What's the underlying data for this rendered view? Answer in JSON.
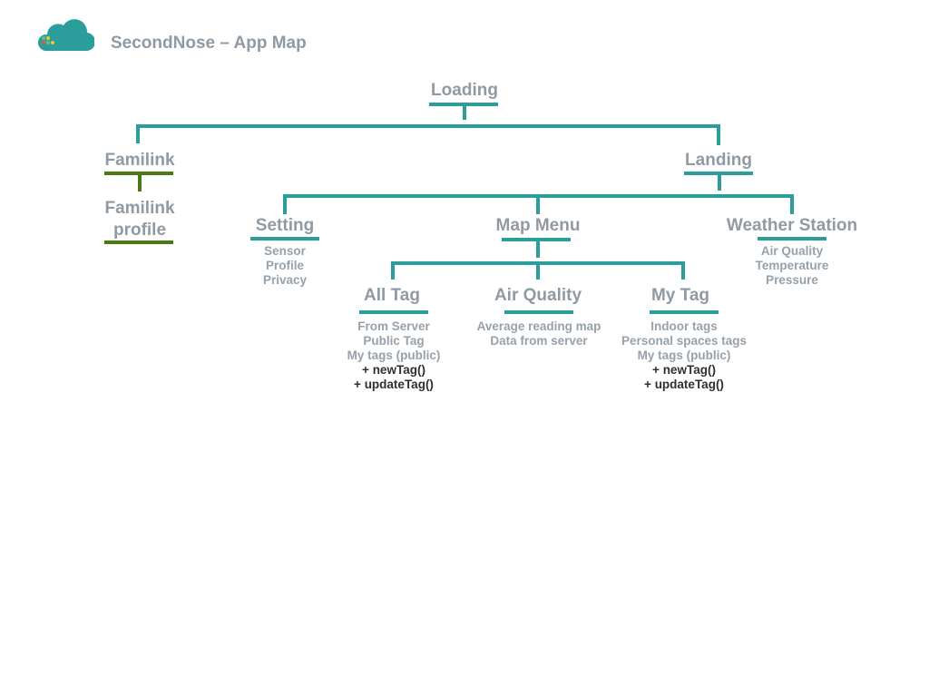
{
  "title": "SecondNose – App Map",
  "colors": {
    "teal": "#2b9e9b",
    "green": "#4a7a12",
    "label": "#8f9aa3",
    "detail": "#97a1aa",
    "method": "#2f2f2f"
  },
  "nodes": {
    "loading": "Loading",
    "familink": "Familink",
    "familink_profile_line1": "Familink",
    "familink_profile_line2": "profile",
    "landing": "Landing",
    "setting": "Setting",
    "map_menu": "Map Menu",
    "weather_station": "Weather Station",
    "all_tag": "All Tag",
    "air_quality": "Air Quality",
    "my_tag": "My Tag"
  },
  "details": {
    "setting": [
      "Sensor",
      "Profile",
      "Privacy"
    ],
    "weather_station": [
      "Air Quality",
      "Temperature",
      "Pressure"
    ],
    "all_tag": [
      "From Server",
      "Public Tag",
      "My tags (public)"
    ],
    "all_tag_methods": [
      "+ newTag()",
      "+ updateTag()"
    ],
    "air_quality": [
      "Average reading map",
      "Data from server"
    ],
    "my_tag": [
      "Indoor tags",
      "Personal spaces tags",
      "My tags (public)"
    ],
    "my_tag_methods": [
      "+ newTag()",
      "+ updateTag()"
    ]
  }
}
